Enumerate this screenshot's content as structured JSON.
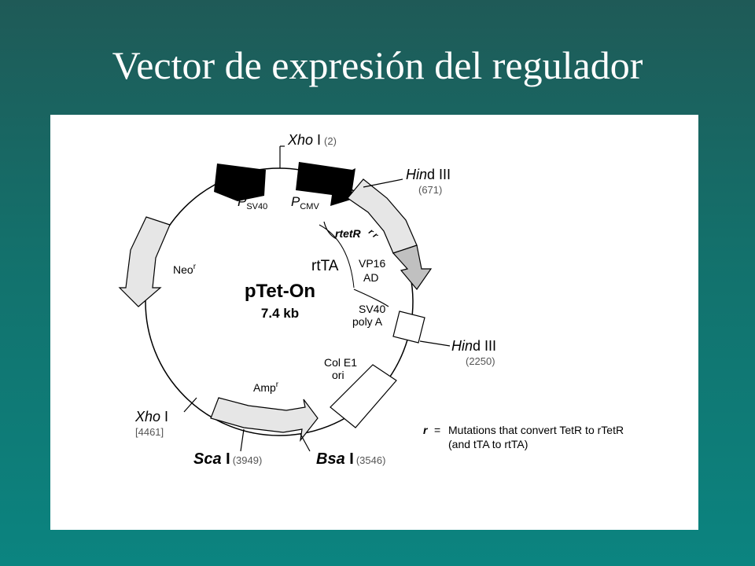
{
  "slide": {
    "title": "Vector de expresión del regulador"
  },
  "diagram": {
    "plasmid_name": "pTet-On",
    "plasmid_size": "7.4 kb",
    "sites": {
      "xho_top": {
        "name_italic": "Xho",
        "name_suffix": " I",
        "pos": "(2)"
      },
      "hind_top": {
        "name_italic": "Hin",
        "name_suffix": "d III",
        "pos": "(671)"
      },
      "hind_right": {
        "name_italic": "Hin",
        "name_suffix": "d III",
        "pos": "(2250)"
      },
      "xho_left": {
        "name_italic": "Xho",
        "name_suffix": " I",
        "pos": "[4461]"
      },
      "sca": {
        "name_italic": "Sca",
        "name_suffix": " I",
        "pos": "(3949)"
      },
      "bsa": {
        "name_italic": "Bsa",
        "name_suffix": " I",
        "pos": "(3546)"
      }
    },
    "features": {
      "psv40": {
        "base": "P",
        "sub": "SV40"
      },
      "pcmv": {
        "base": "P",
        "sub": "CMV"
      },
      "rtetr": "rtetR",
      "rtta": "rtTA",
      "vp16_1": "VP16",
      "vp16_2": "AD",
      "sv40_1": "SV40",
      "sv40_2": "poly A",
      "cole1_1": "Col E1",
      "cole1_2": "ori",
      "amp": {
        "base": "Amp",
        "sup": "r"
      },
      "neo": {
        "base": "Neo",
        "sup": "r"
      },
      "r_marks": "r r"
    },
    "legend": {
      "symbol": "r",
      "equals": "=",
      "line1": "Mutations that convert TetR to rTetR",
      "line2": "(and tTA to rtTA)"
    },
    "colors": {
      "promoter": "#000000",
      "gene_fill": "#e6e6e6",
      "vp16_fill": "#c0c0c0"
    }
  }
}
